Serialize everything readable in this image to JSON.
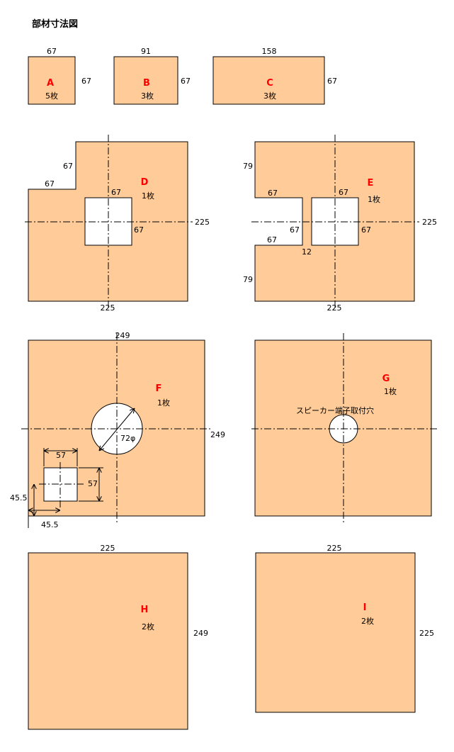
{
  "title": "部材寸法図",
  "colors": {
    "board": "#ffcc99",
    "label": "#ff0000",
    "line": "#000000",
    "hole": "#ffffff"
  },
  "parts": {
    "A": {
      "label": "A",
      "count": "5枚",
      "width": "67",
      "height": "67"
    },
    "B": {
      "label": "B",
      "count": "3枚",
      "width": "91",
      "height": "67"
    },
    "C": {
      "label": "C",
      "count": "3枚",
      "width": "158",
      "height": "67"
    },
    "D": {
      "label": "D",
      "count": "1枚",
      "notch_h": "67",
      "notch_w": "67",
      "hole_top": "67",
      "hole_side": "67",
      "side": "225",
      "bottom": "225"
    },
    "E": {
      "label": "E",
      "count": "1枚",
      "top_h": "79",
      "slot_top": "67",
      "slot_bottom": "67",
      "slot_side": "67",
      "gap": "12",
      "hole_top": "67",
      "hole_side": "67",
      "bottom_h": "79",
      "side": "225",
      "bottom": "225"
    },
    "F": {
      "label": "F",
      "count": "1枚",
      "top": "249",
      "side": "249",
      "circle": "72φ",
      "sq_w": "57",
      "sq_h": "57",
      "off_y": "45.5",
      "off_x": "45.5"
    },
    "G": {
      "label": "G",
      "count": "1枚",
      "hole_note": "スピーカー端子取付穴"
    },
    "H": {
      "label": "H",
      "count": "2枚",
      "top": "225",
      "side": "249"
    },
    "I": {
      "label": "I",
      "count": "2枚",
      "top": "225",
      "side": "225"
    }
  }
}
